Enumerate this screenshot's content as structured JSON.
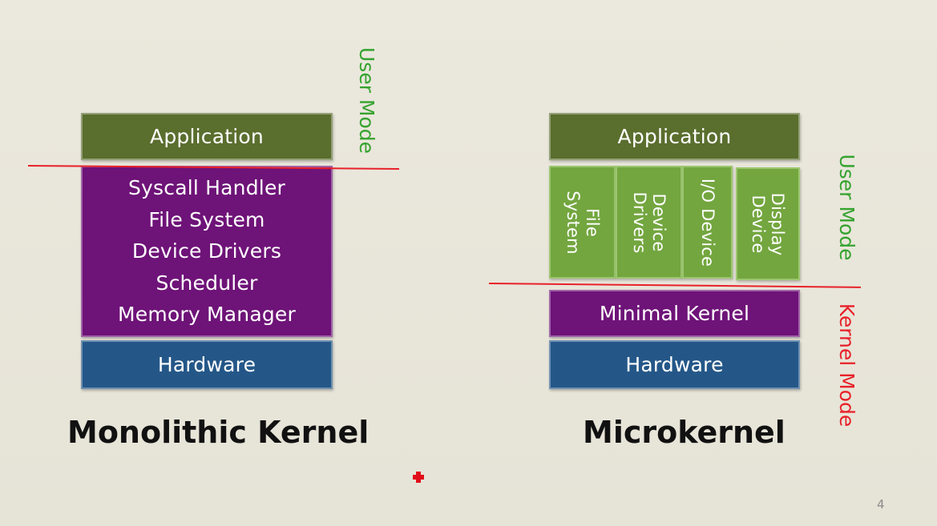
{
  "monolithic": {
    "application": "Application",
    "kernel_items": [
      "Syscall Handler",
      "File System",
      "Device Drivers",
      "Scheduler",
      "Memory Manager"
    ],
    "hardware": "Hardware",
    "user_mode_label": "User Mode",
    "caption": "Monolithic Kernel"
  },
  "microkernel": {
    "application": "Application",
    "servers": [
      {
        "line1": "File",
        "line2": "System"
      },
      {
        "line1": "Device",
        "line2": "Drivers"
      },
      {
        "line1": "I/O Device",
        "line2": ""
      },
      {
        "line1": "Display",
        "line2": "Device"
      }
    ],
    "minimal_kernel": "Minimal Kernel",
    "hardware": "Hardware",
    "user_mode_label": "User Mode",
    "kernel_mode_label": "Kernel Mode",
    "caption": "Microkernel"
  },
  "page_number": "4",
  "colors": {
    "application": "#5a6e2e",
    "kernel": "#6e1378",
    "hardware": "#245788",
    "server": "#73a63f",
    "user_mode_text": "#35a32f",
    "kernel_mode_text": "#e8212a",
    "divider": "#e8212a"
  }
}
